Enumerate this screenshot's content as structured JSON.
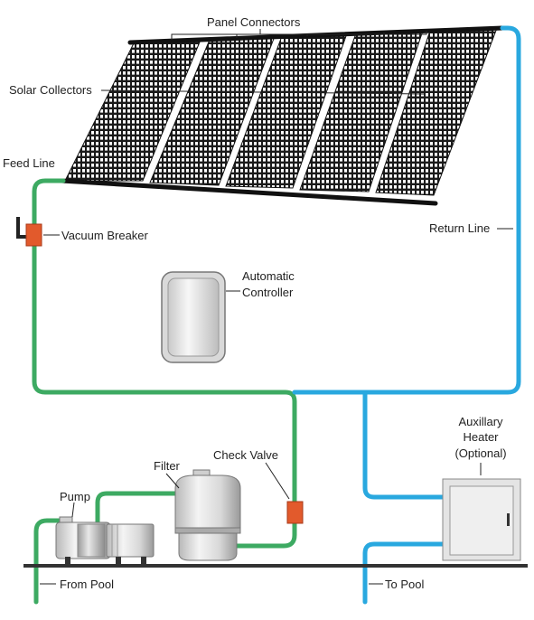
{
  "labels": {
    "panel_connectors": "Panel Connectors",
    "solar_collectors": "Solar Collectors",
    "feed_line": "Feed Line",
    "vacuum_breaker": "Vacuum Breaker",
    "return_line": "Return Line",
    "automatic_controller_1": "Automatic",
    "automatic_controller_2": "Controller",
    "auxiliary_heater_1": "Auxillary",
    "auxiliary_heater_2": "Heater",
    "auxiliary_heater_3": "(Optional)",
    "check_valve": "Check Valve",
    "filter": "Filter",
    "pump": "Pump",
    "from_pool": "From Pool",
    "to_pool": "To Pool"
  },
  "colors": {
    "feed_line": "#3daa62",
    "return_line": "#29a8df",
    "valve": "#e25a2c",
    "panel": "#111111"
  }
}
